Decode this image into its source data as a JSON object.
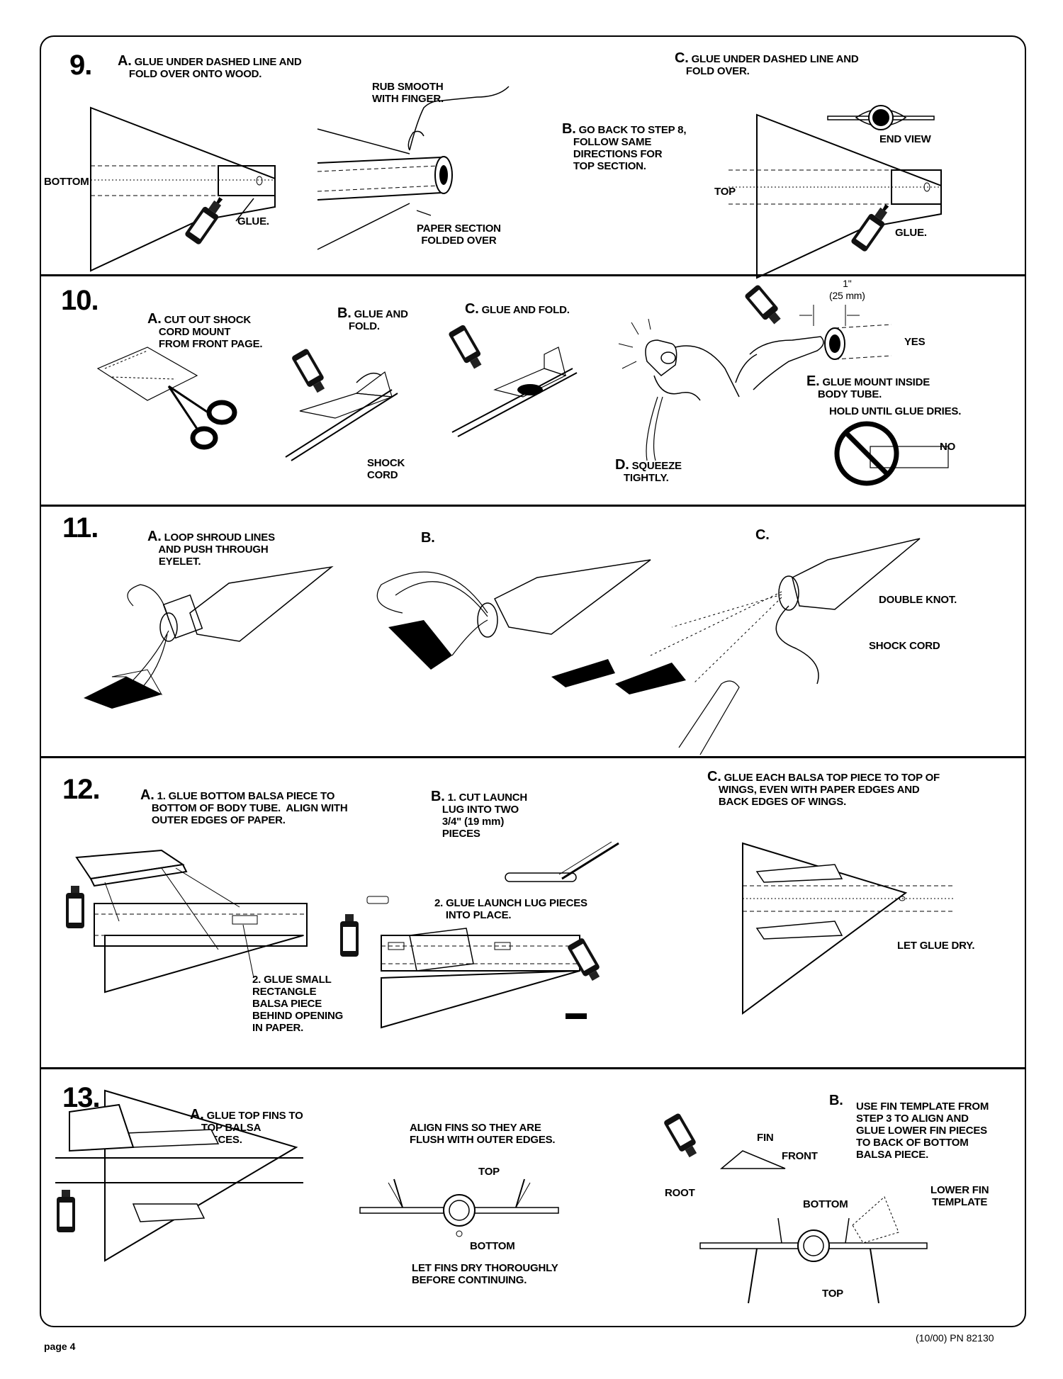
{
  "steps": {
    "s9": {
      "num": "9.",
      "a": {
        "letter": "A.",
        "text": "GLUE UNDER DASHED LINE AND\n    FOLD OVER ONTO WOOD."
      },
      "rub": "RUB SMOOTH\nWITH FINGER.",
      "b": {
        "letter": "B.",
        "text": "GO BACK TO STEP 8,\n    FOLLOW SAME\n    DIRECTIONS FOR\n    TOP SECTION."
      },
      "c": {
        "letter": "C.",
        "text": "GLUE UNDER DASHED LINE AND\n    FOLD OVER."
      },
      "bottom": "BOTTOM",
      "glue1": "GLUE.",
      "paper": "PAPER SECTION\nFOLDED OVER",
      "endview": "END VIEW",
      "top": "TOP",
      "glue2": "GLUE."
    },
    "s10": {
      "num": "10.",
      "a": {
        "letter": "A.",
        "text": "CUT OUT SHOCK\n    CORD MOUNT\n    FROM FRONT PAGE."
      },
      "b": {
        "letter": "B.",
        "text": "GLUE AND\n    FOLD."
      },
      "c": {
        "letter": "C.",
        "text": "GLUE AND FOLD."
      },
      "shock": "SHOCK\nCORD",
      "d": {
        "letter": "D.",
        "text": "SQUEEZE\n   TIGHTLY."
      },
      "dim": "1\"\n(25 mm)",
      "yes": "YES",
      "e": {
        "letter": "E.",
        "text": "GLUE MOUNT INSIDE\n    BODY TUBE."
      },
      "hold": "HOLD UNTIL GLUE DRIES.",
      "no": "NO"
    },
    "s11": {
      "num": "11.",
      "a": {
        "letter": "A.",
        "text": "LOOP SHROUD LINES\n    AND PUSH THROUGH\n    EYELET."
      },
      "b": {
        "letter": "B."
      },
      "c": {
        "letter": "C."
      },
      "knot": "DOUBLE KNOT.",
      "shock": "SHOCK CORD"
    },
    "s12": {
      "num": "12.",
      "a": {
        "letter": "A.",
        "text": "1. GLUE BOTTOM BALSA PIECE TO\n    BOTTOM OF BODY TUBE.  ALIGN WITH\n    OUTER EDGES OF PAPER."
      },
      "a2": "2. GLUE SMALL\nRECTANGLE\nBALSA PIECE\nBEHIND OPENING\nIN PAPER.",
      "b": {
        "letter": "B.",
        "text": "1. CUT LAUNCH\n    LUG INTO TWO\n    3/4\" (19 mm)\n    PIECES"
      },
      "b2": "2. GLUE LAUNCH LUG PIECES\n    INTO PLACE.",
      "c": {
        "letter": "C.",
        "text": "GLUE EACH BALSA TOP PIECE TO TOP OF\n    WINGS, EVEN WITH PAPER EDGES AND\n    BACK EDGES OF WINGS."
      },
      "dry": "LET GLUE DRY."
    },
    "s13": {
      "num": "13.",
      "a": {
        "letter": "A.",
        "text": "GLUE TOP FINS TO\n    TOP BALSA\n    PIECES."
      },
      "align": "ALIGN FINS SO THEY ARE\nFLUSH WITH OUTER EDGES.",
      "top": "TOP",
      "bottom": "BOTTOM",
      "letdry": "LET FINS DRY THOROUGHLY\nBEFORE CONTINUING.",
      "b": {
        "letter": "B.",
        "text": "USE FIN TEMPLATE FROM\nSTEP 3 TO ALIGN AND\nGLUE LOWER FIN PIECES\nTO BACK OF BOTTOM\nBALSA PIECE."
      },
      "fin": "FIN",
      "front": "FRONT",
      "root": "ROOT",
      "bottom2": "BOTTOM",
      "lower": "LOWER FIN\nTEMPLATE",
      "top2": "TOP"
    }
  },
  "glue_label": "GLUE",
  "footer": {
    "page": "page 4",
    "code": "(10/00)  PN 82130"
  }
}
